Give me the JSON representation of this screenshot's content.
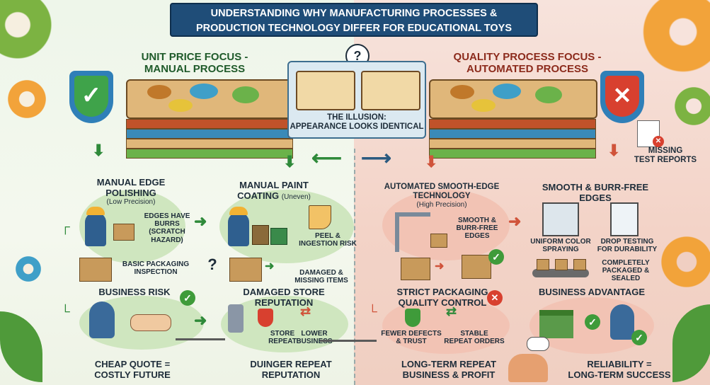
{
  "title": {
    "line1": "UNDERSTANDING WHY MANUFACTURING PROCESSES &",
    "line2": "PRODUCTION TECHNOLOGY DIFFER FOR EDUCATIONAL TOYS"
  },
  "left": {
    "header_line1": "UNIT PRICE FOCUS -",
    "header_line2": "MANUAL PROCESS",
    "edge_polishing_line1": "MANUAL EDGE",
    "edge_polishing_line2": "POLISHING",
    "edge_polishing_sub": "(Low Precision)",
    "burrs_line1": "EDGES HAVE",
    "burrs_line2": "BURRS",
    "burrs_line3": "(SCRATCH",
    "burrs_line4": "HAZARD)",
    "paint_line1": "MANUAL PAINT",
    "paint_line2": "COATING",
    "paint_sub": "(Uneven)",
    "peel_line1": "PEEL &",
    "peel_line2": "INGESTION RISK",
    "packaging_line1": "BASIC PACKAGING",
    "packaging_line2": "INSPECTION",
    "question": "?",
    "damaged_line1": "DAMAGED &",
    "damaged_line2": "MISSING ITEMS",
    "business_risk": "BUSINESS RISK",
    "damaged_store_line1": "DAMAGED STORE",
    "damaged_store_line2": "REPUTATION",
    "store_line1": "STORE",
    "store_line2": "REPEAT",
    "lower_line1": "LOWER",
    "lower_line2": "BUSINESS",
    "cheap_line1": "CHEAP QUOTE =",
    "cheap_line2": "COSTLY FUTURE",
    "duinger_line1": "DUINGER REPEAT",
    "duinger_line2": "REPUTATION"
  },
  "center": {
    "question": "?",
    "illusion_line1": "THE ILLUSION:",
    "illusion_line2": "APPEARANCE LOOKS IDENTICAL"
  },
  "right": {
    "header_line1": "QUALITY PROCESS FOCUS -",
    "header_line2": "AUTOMATED PROCESS",
    "missing_line1": "MISSING",
    "missing_line2": "TEST REPORTS",
    "auto_line1": "AUTOMATED SMOOTH-EDGE",
    "auto_line2": "TECHNOLOGY",
    "auto_sub": "(High Precision)",
    "smooth_free_line1": "SMOOTH & BURR-FREE",
    "smooth_free_line2": "EDGES",
    "smooth_small_line1": "SMOOTH &",
    "smooth_small_line2": "BURR-FREE",
    "smooth_small_line3": "EDGES",
    "uniform_line1": "UNIFORM COLOR",
    "uniform_line2": "SPRAYING",
    "drop_line1": "DROP TESTING",
    "drop_line2": "FOR DURABILITY",
    "packaged_line1": "COMPLETELY",
    "packaged_line2": "PACKAGED &",
    "packaged_line3": "SEALED",
    "strict_line1": "STRICT PACKAGING",
    "strict_line2": "QUALITY CONTROL",
    "advantage": "BUSINESS ADVANTAGE",
    "fewer_line1": "FEWER DEFECTS",
    "fewer_line2": "& TRUST",
    "stable_line1": "STABLE",
    "stable_line2": "REPEAT ORDERS",
    "longterm_line1": "LONG-TERM REPEAT",
    "longterm_line2": "BUSINESS & PROFIT",
    "reliability_line1": "RELIABILITY =",
    "reliability_line2": "LONG-TERM SUCCESS"
  },
  "colors": {
    "title_bg": "#1f4d78",
    "left_accent": "#2f8a3a",
    "right_accent": "#d0533a"
  }
}
